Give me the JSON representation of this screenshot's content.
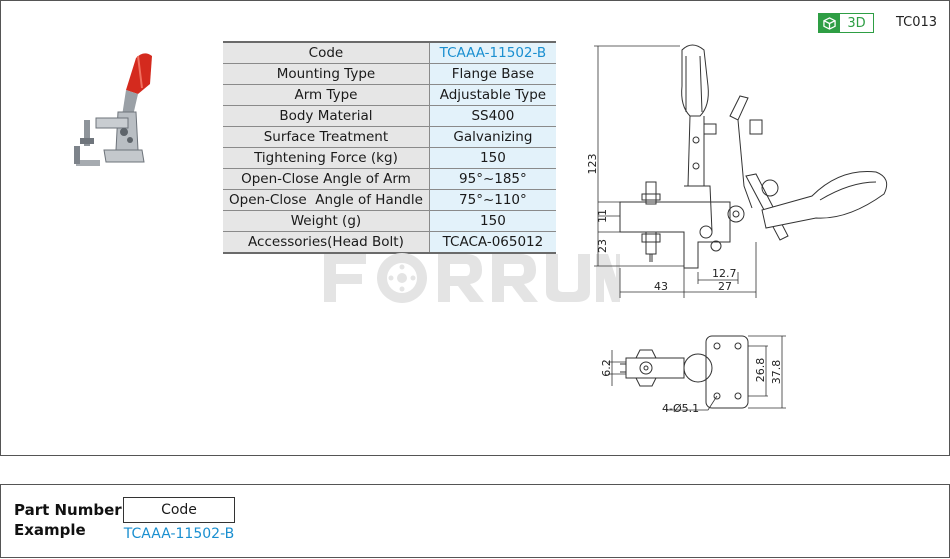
{
  "header": {
    "badge_3d": "3D",
    "code_id": "TC013"
  },
  "spec_table": [
    {
      "key": "Code",
      "value": "TCAAA-11502-B",
      "link": true
    },
    {
      "key": "Mounting Type",
      "value": "Flange Base"
    },
    {
      "key": "Arm Type",
      "value": "Adjustable Type"
    },
    {
      "key": "Body Material",
      "value": "SS400"
    },
    {
      "key": "Surface Treatment",
      "value": "Galvanizing"
    },
    {
      "key": "Tightening Force (kg)",
      "value": "150"
    },
    {
      "key": "Open-Close Angle of Arm",
      "value": "95°~185°"
    },
    {
      "key": "Open-Close  Angle of Handle",
      "value": "75°~110°"
    },
    {
      "key": "Weight (g)",
      "value": "150"
    },
    {
      "key": "Accessories(Head Bolt)",
      "value": "TCACA-065012"
    }
  ],
  "watermark": "FORRUN",
  "dimensions": {
    "side": {
      "height_total": "123",
      "d11": "11",
      "d23": "23",
      "d12_7": "12.7",
      "d43": "43",
      "d27": "27"
    },
    "top": {
      "d6_2": "6.2",
      "d26_8": "26.8",
      "d37_8": "37.8",
      "holes": "4-Ø5.1"
    }
  },
  "part_number": {
    "label_line1": "Part Number",
    "label_line2": "Example",
    "code_header": "Code",
    "code_value": "TCAAA-11502-B"
  },
  "colors": {
    "accent_link": "#1a8fd0",
    "badge_green": "#2e9e44",
    "handle_red": "#d42a1e"
  }
}
